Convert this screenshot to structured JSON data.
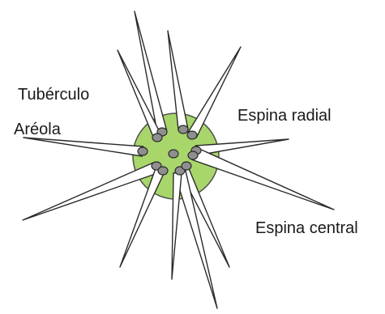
{
  "labels": {
    "tuberculo": "Tubérculo",
    "areola": "Aréola",
    "espina_radial": "Espina radial",
    "espina_central": "Espina central"
  },
  "colors": {
    "tubercle_fill": "#a8d66b",
    "tubercle_stroke": "#4d4d4d",
    "spine_fill": "#ffffff",
    "spine_stroke": "#2b2b2b",
    "areole_fill": "#8f8f8f",
    "text": "#1a1a1a"
  }
}
